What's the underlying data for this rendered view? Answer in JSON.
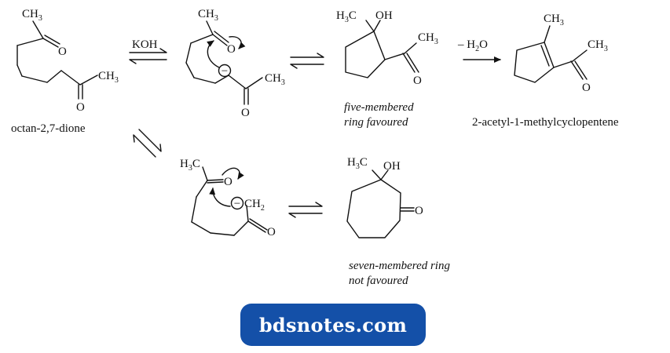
{
  "labels": {
    "ch3": "CH",
    "sub3": "3",
    "h3c": "H",
    "h3c_c": "C",
    "oh": "OH",
    "o": "O",
    "ch2": "CH",
    "sub2": "2",
    "minus": "−"
  },
  "reagents": {
    "koh": "KOH",
    "water": "– H",
    "water_sub": "2",
    "water_o": "O"
  },
  "captions": {
    "start": "octan-2,7-dione",
    "five_1": "five-membered",
    "five_2": "ring favoured",
    "product": "2-acetyl-1-methylcyclopentene",
    "seven_1": "seven-membered ring",
    "seven_2": "not favoured"
  },
  "watermark": "bdsnotes.com",
  "colors": {
    "badge": "#1450a8",
    "ink": "#111111"
  }
}
